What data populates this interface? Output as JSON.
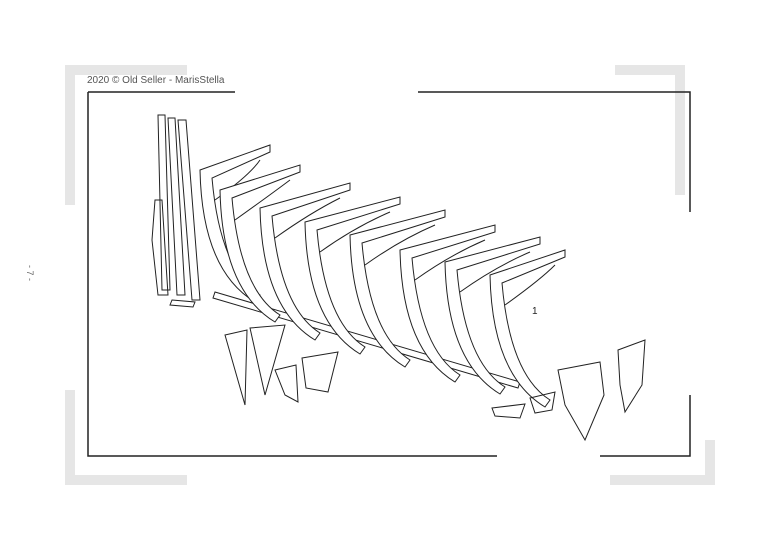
{
  "header": {
    "copyright": "2020 © Old Seller - MarisStella"
  },
  "page_number": "- 7 -",
  "drawing": {
    "frame_label": "1"
  }
}
